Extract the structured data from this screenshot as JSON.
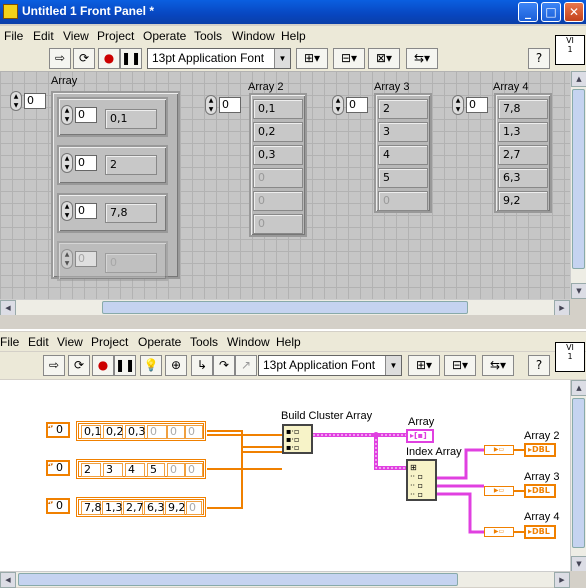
{
  "window": {
    "title": "Untitled 1 Front Panel *"
  },
  "menu": [
    "File",
    "Edit",
    "View",
    "Project",
    "Operate",
    "Tools",
    "Window",
    "Help"
  ],
  "toolbar": {
    "font": "13pt Application Font"
  },
  "front_panel": {
    "array1": {
      "label": "Array",
      "index": "0",
      "clusters": [
        {
          "index": "0",
          "value": "0,1"
        },
        {
          "index": "0",
          "value": "2"
        },
        {
          "index": "0",
          "value": "7,8"
        },
        {
          "index": "0",
          "value": "0"
        }
      ]
    },
    "array2": {
      "label": "Array 2",
      "index": "0",
      "values": [
        "0,1",
        "0,2",
        "0,3",
        "0",
        "0",
        "0"
      ]
    },
    "array3": {
      "label": "Array 3",
      "index": "0",
      "values": [
        "2",
        "3",
        "4",
        "5",
        "0"
      ]
    },
    "array4": {
      "label": "Array 4",
      "index": "0",
      "values": [
        "7,8",
        "1,3",
        "2,7",
        "6,3",
        "9,2"
      ]
    }
  },
  "block_diagram": {
    "const1": {
      "index": "0",
      "values": [
        "0,1",
        "0,2",
        "0,3",
        "0",
        "0",
        "0"
      ]
    },
    "const2": {
      "index": "0",
      "values": [
        "2",
        "3",
        "4",
        "5",
        "0",
        "0"
      ]
    },
    "const3": {
      "index": "0",
      "values": [
        "7,8",
        "1,3",
        "2,7",
        "6,3",
        "9,2",
        "0"
      ]
    },
    "build_cluster_label": "Build Cluster Array",
    "index_array_label": "Index Array",
    "array_terminal_label": "Array",
    "array2_label": "Array 2",
    "array3_label": "Array 3",
    "array4_label": "Array 4",
    "dbl": "DBL"
  },
  "colors": {
    "double_wire": "#f08000",
    "cluster_wire": "#e040e0",
    "titlebar": "#0846c0"
  }
}
